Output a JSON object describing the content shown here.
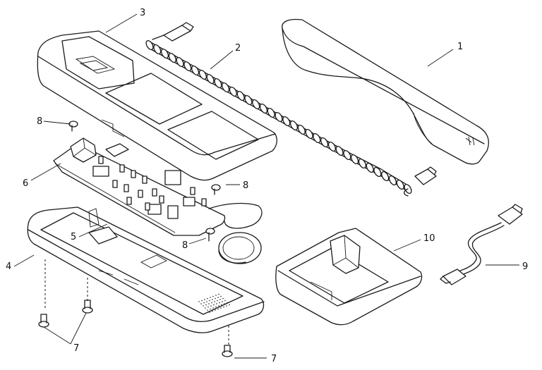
{
  "callouts": [
    {
      "id": "1",
      "text": "1"
    },
    {
      "id": "2",
      "text": "2"
    },
    {
      "id": "3",
      "text": "3"
    },
    {
      "id": "4",
      "text": "4"
    },
    {
      "id": "5",
      "text": "5"
    },
    {
      "id": "6",
      "text": "6"
    },
    {
      "id": "7a",
      "text": "7"
    },
    {
      "id": "7b",
      "text": "7"
    },
    {
      "id": "8a",
      "text": "8"
    },
    {
      "id": "8b",
      "text": "8"
    },
    {
      "id": "8c",
      "text": "8"
    },
    {
      "id": "9",
      "text": "9"
    },
    {
      "id": "10",
      "text": "10"
    }
  ]
}
